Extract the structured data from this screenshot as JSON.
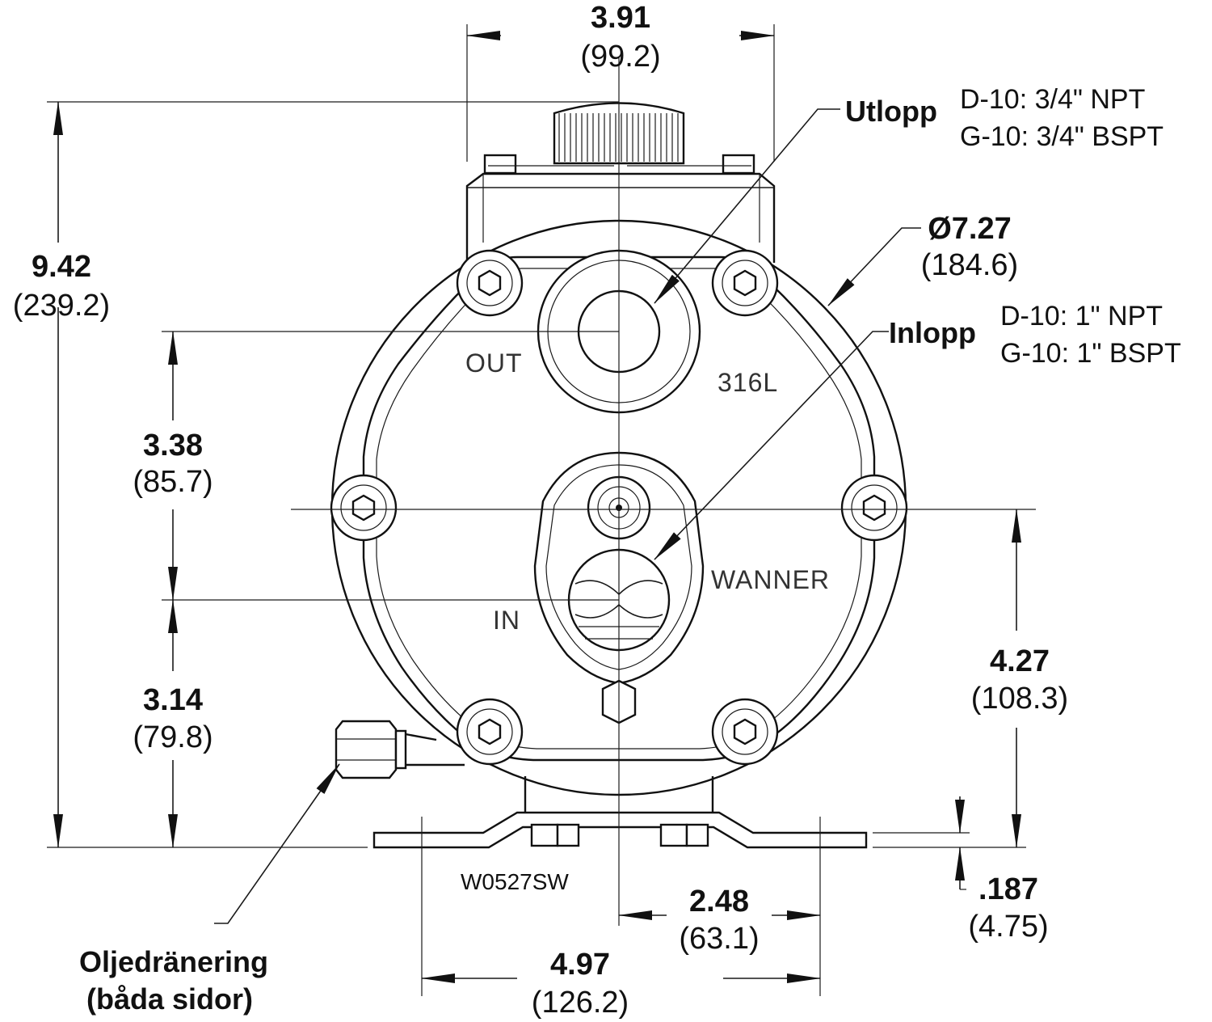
{
  "dimensions": {
    "top_width": {
      "value": "3.91",
      "mm": "(99.2)"
    },
    "height": {
      "value": "9.42",
      "mm": "(239.2)"
    },
    "diameter": {
      "value": "Ø7.27",
      "mm": "(184.6)"
    },
    "outlet_to_inlet": {
      "value": "3.38",
      "mm": "(85.7)"
    },
    "inlet_to_base": {
      "value": "3.14",
      "mm": "(79.8)"
    },
    "center_to_base": {
      "value": "4.27",
      "mm": "(108.3)"
    },
    "base_thickness": {
      "value": ".187",
      "mm": "(4.75)"
    },
    "half_mount_span": {
      "value": "2.48",
      "mm": "(63.1)"
    },
    "mount_span": {
      "value": "4.97",
      "mm": "(126.2)"
    }
  },
  "callouts": {
    "outlet": {
      "label": "Utlopp",
      "lines": [
        "D-10: 3/4\" NPT",
        "G-10: 3/4\" BSPT"
      ]
    },
    "inlet": {
      "label": "Inlopp",
      "lines": [
        "D-10: 1\" NPT",
        "G-10: 1\" BSPT"
      ]
    },
    "oil_drain": {
      "lines": [
        "Oljedränering",
        "(båda sidor)"
      ]
    }
  },
  "markings": {
    "out": "OUT",
    "in": "IN",
    "material": "316L",
    "brand": "WANNER",
    "model_code": "W0527SW"
  },
  "colors": {
    "ink": "#111111",
    "background": "#ffffff"
  }
}
